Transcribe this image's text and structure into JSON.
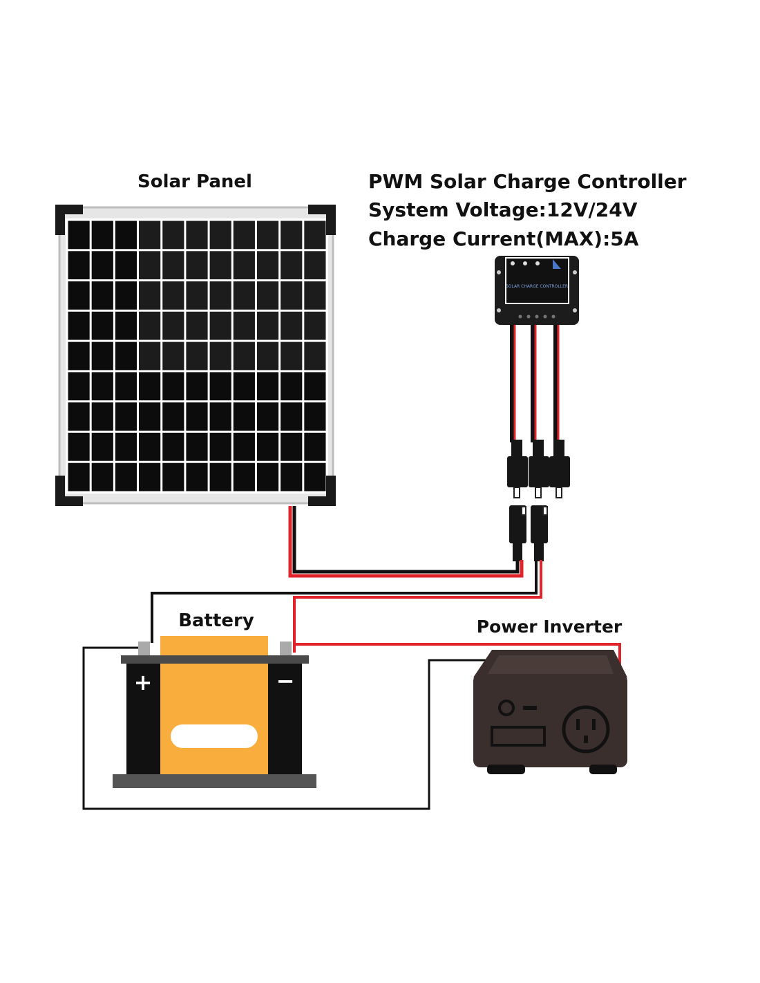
{
  "labels": {
    "solar_panel": "Solar Panel",
    "controller_lines": [
      "PWM Solar Charge Controller",
      "System Voltage:12V/24V",
      "Charge Current(MAX):5A"
    ],
    "battery": "Battery",
    "power_inverter": "Power Inverter",
    "battery_plus": "+",
    "battery_minus": "−"
  },
  "device_text": {
    "controller_face": "SOLAR CHARGE CONTROLLER"
  },
  "colors": {
    "wire_red": "#e0242a",
    "wire_black": "#111111",
    "battery_orange": "#f8ad3c",
    "inverter_body": "#3b2f2d",
    "panel_cell": "#0c0c0c"
  }
}
